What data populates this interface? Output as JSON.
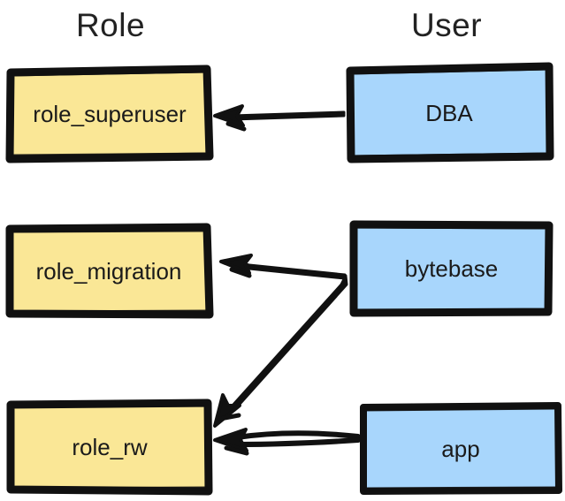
{
  "diagram": {
    "title_columns": {
      "role": "Role",
      "user": "User"
    },
    "colors": {
      "background": "#ffffff",
      "role_fill": "#fae796",
      "user_fill": "#a8d6fc",
      "stroke": "#111111",
      "text": "#1a1a1a",
      "header_text": "#222222"
    },
    "nodes": [
      {
        "id": "role_superuser",
        "label": "role_superuser",
        "column": "Role",
        "fill": "#fae796"
      },
      {
        "id": "role_migration",
        "label": "role_migration",
        "column": "Role",
        "fill": "#fae796"
      },
      {
        "id": "role_rw",
        "label": "role_rw",
        "column": "Role",
        "fill": "#fae796"
      },
      {
        "id": "dba",
        "label": "DBA",
        "column": "User",
        "fill": "#a8d6fc"
      },
      {
        "id": "bytebase",
        "label": "bytebase",
        "column": "User",
        "fill": "#a8d6fc"
      },
      {
        "id": "app",
        "label": "app",
        "column": "User",
        "fill": "#a8d6fc"
      }
    ],
    "edges": [
      {
        "id": "dba-to-role-superuser",
        "from": "DBA",
        "to": "role_superuser",
        "style": "single-stroke"
      },
      {
        "id": "bytebase-to-role-migration",
        "from": "bytebase",
        "to": "role_migration",
        "style": "single-stroke"
      },
      {
        "id": "bytebase-to-role-rw",
        "from": "bytebase",
        "to": "role_rw",
        "style": "single-stroke"
      },
      {
        "id": "app-to-role-rw",
        "from": "app",
        "to": "role_rw",
        "style": "double-stroke"
      }
    ]
  }
}
